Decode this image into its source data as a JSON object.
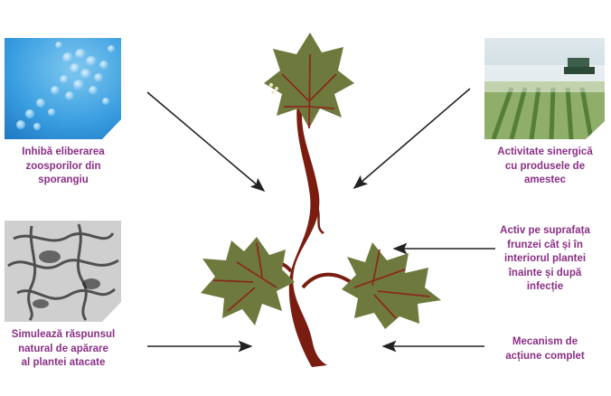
{
  "colors": {
    "caption": "#8a2f86",
    "arrow": "#222222",
    "leaf": "#6e7a3d",
    "leaf_vein": "#8a2a1c",
    "stem": "#7a1d10"
  },
  "captions": {
    "top_left": "Inhibă eliberarea\nzoosporilor din\nsporangiu",
    "top_right": "Activitate sinergică\ncu produsele de\namestec",
    "bottom_left": "Simulează răspunsul\nnatural de apărare\nal plantei atacate",
    "middle_right": "Activ pe suprafața\nfrunzei cât și în\ninteriorul plantei\nînainte și după\ninfecție",
    "bottom_right": "Mecanism de\nacțiune complet"
  },
  "images": {
    "top_left": "zoospores-microscope-photo",
    "top_right": "field-sprayer-photo",
    "bottom_left": "plant-cells-micrograph"
  }
}
